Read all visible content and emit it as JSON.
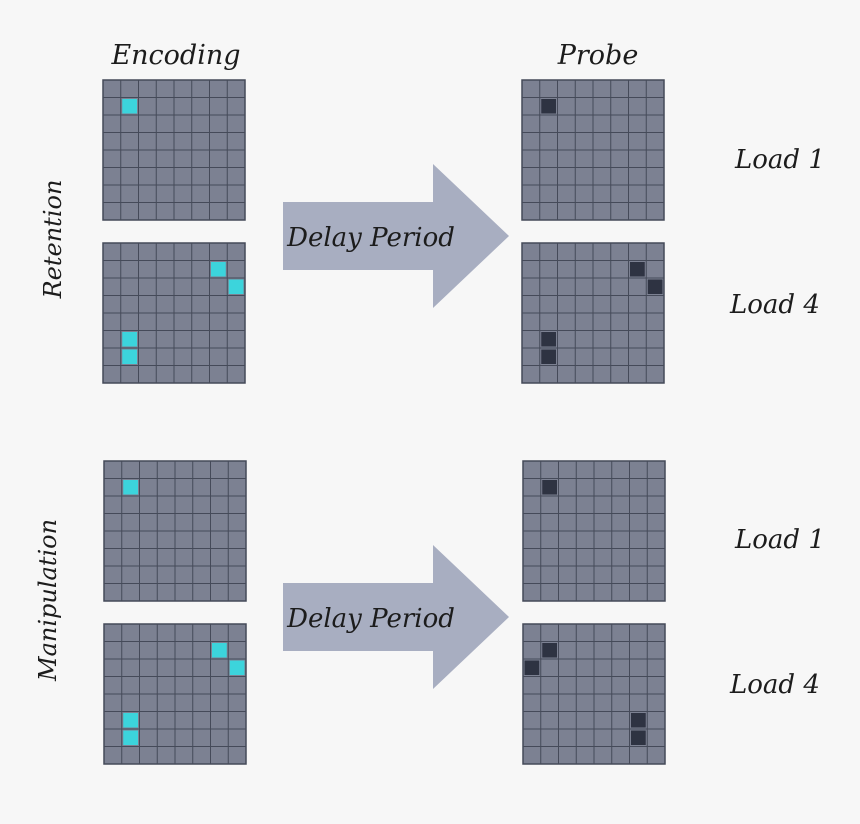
{
  "columns": {
    "encoding": "Encoding",
    "probe": "Probe"
  },
  "conditions": [
    {
      "label": "Retention",
      "arrow_label": "Delay Period",
      "trials": [
        {
          "load_label": "Load 1",
          "encoding_cells": [
            [
              1,
              1
            ]
          ],
          "probe_cells": [
            [
              1,
              1
            ]
          ]
        },
        {
          "load_label": "Load 4",
          "encoding_cells": [
            [
              6,
              1
            ],
            [
              7,
              2
            ],
            [
              1,
              5
            ],
            [
              1,
              6
            ]
          ],
          "probe_cells": [
            [
              6,
              1
            ],
            [
              7,
              2
            ],
            [
              1,
              5
            ],
            [
              1,
              6
            ]
          ]
        }
      ]
    },
    {
      "label": "Manipulation",
      "arrow_label": "Delay Period",
      "trials": [
        {
          "load_label": "Load 1",
          "encoding_cells": [
            [
              1,
              1
            ]
          ],
          "probe_cells": [
            [
              1,
              1
            ]
          ]
        },
        {
          "load_label": "Load 4",
          "encoding_cells": [
            [
              6,
              1
            ],
            [
              7,
              2
            ],
            [
              1,
              5
            ],
            [
              1,
              6
            ]
          ],
          "probe_cells": [
            [
              1,
              1
            ],
            [
              0,
              2
            ],
            [
              6,
              5
            ],
            [
              6,
              6
            ]
          ]
        }
      ]
    }
  ],
  "grid_size": 8,
  "colors": {
    "grid_bg": "#7c8192",
    "grid_line": "#454a59",
    "encoding_cell": "#3cd4dc",
    "probe_cell": "#2e3342",
    "arrow_fill": "#a8aec1"
  }
}
